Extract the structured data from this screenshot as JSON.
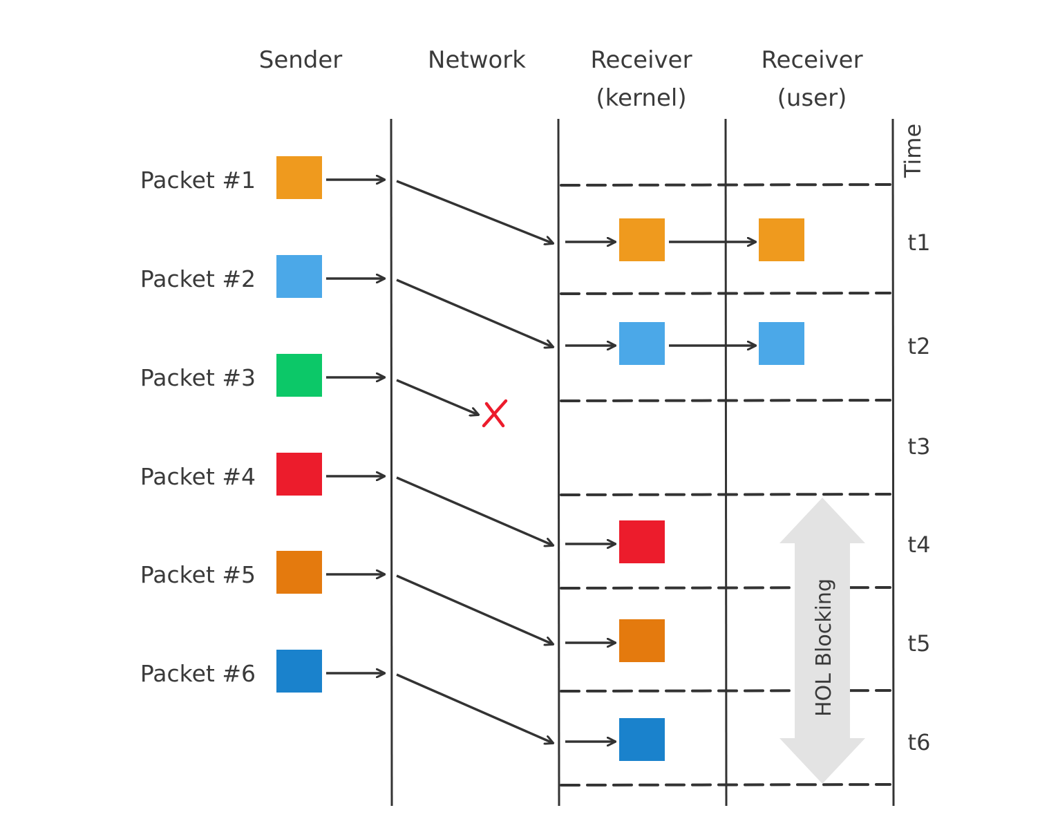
{
  "diagram": {
    "title": "Head-of-Line Blocking in TCP",
    "lanes": [
      {
        "id": "sender",
        "title_lines": [
          "Sender"
        ]
      },
      {
        "id": "network",
        "title_lines": [
          "Network"
        ]
      },
      {
        "id": "receiver-kernel",
        "title_lines": [
          "Receiver",
          "(kernel)"
        ]
      },
      {
        "id": "receiver-user",
        "title_lines": [
          "Receiver",
          "(user)"
        ]
      }
    ],
    "time_axis": {
      "label": "Time",
      "slots": [
        "t1",
        "t2",
        "t3",
        "t4",
        "t5",
        "t6"
      ]
    },
    "packets": [
      {
        "label": "Packet #1",
        "color": "#EF9A1E",
        "status": "delivered",
        "kernel_slot": "t1",
        "user_slot": "t1"
      },
      {
        "label": "Packet #2",
        "color": "#4BA8E8",
        "status": "delivered",
        "kernel_slot": "t2",
        "user_slot": "t2"
      },
      {
        "label": "Packet #3",
        "color": "#0CC868",
        "status": "lost",
        "kernel_slot": null,
        "user_slot": null
      },
      {
        "label": "Packet #4",
        "color": "#EC1C2C",
        "status": "blocked",
        "kernel_slot": "t4",
        "user_slot": null
      },
      {
        "label": "Packet #5",
        "color": "#E47A0E",
        "status": "blocked",
        "kernel_slot": "t5",
        "user_slot": null
      },
      {
        "label": "Packet #6",
        "color": "#1A82CC",
        "status": "blocked",
        "kernel_slot": "t6",
        "user_slot": null
      }
    ],
    "loss_marker": {
      "symbol": "X",
      "color": "#EC1C2C"
    },
    "hol_blocking": {
      "label": "HOL Blocking",
      "color": "#E3E3E3",
      "from_slot": "t4",
      "to_slot": "t6"
    },
    "ink_color": "#333333"
  }
}
